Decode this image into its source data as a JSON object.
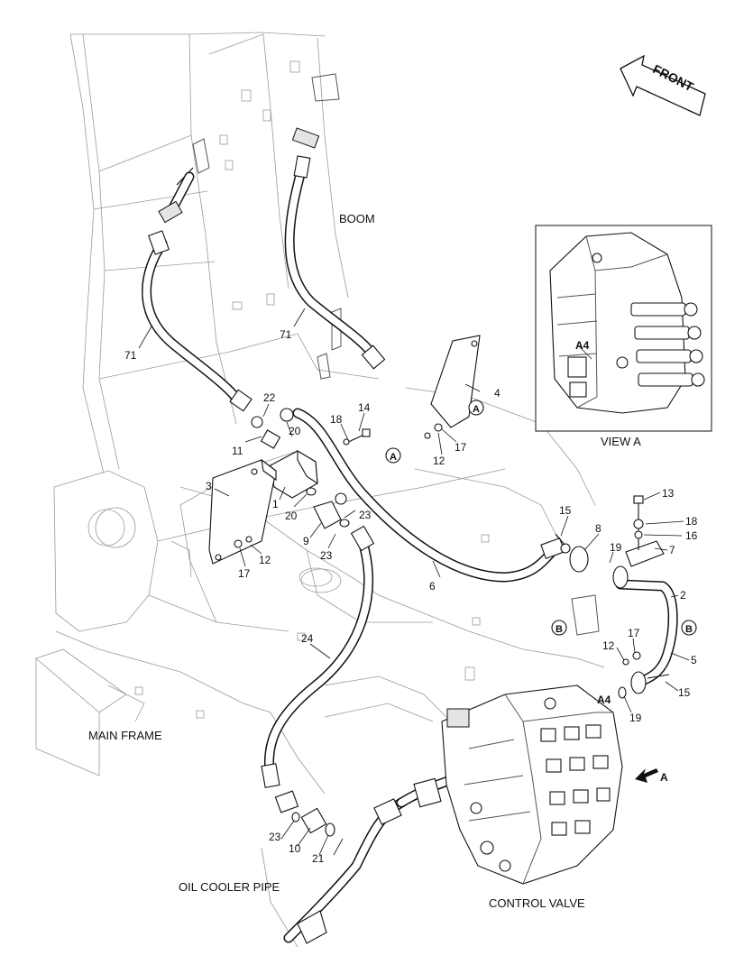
{
  "section_labels": {
    "boom": "BOOM",
    "main_frame": "MAIN FRAME",
    "oil_cooler_pipe": "OIL COOLER PIPE",
    "control_valve": "CONTROL VALVE",
    "front": "FRONT",
    "view_a": "VIEW  A"
  },
  "callouts": {
    "c71a": "71",
    "c71b": "71",
    "c22": "22",
    "c14": "14",
    "c18a": "18",
    "c4": "4",
    "c11": "11",
    "c20a": "20",
    "c20b": "20",
    "c1": "1",
    "c3": "3",
    "c9": "9",
    "c23a": "23",
    "c23b": "23",
    "c23c": "23",
    "c12a": "12",
    "c17a": "17",
    "c12b": "12",
    "c17b": "17",
    "c15a": "15",
    "c8": "8",
    "c19a": "19",
    "c13": "13",
    "c18b": "18",
    "c16": "16",
    "c7": "7",
    "c2": "2",
    "c6": "6",
    "c24": "24",
    "c17c": "17",
    "c12c": "12",
    "c5": "5",
    "c15b": "15",
    "c19b": "19",
    "c10": "10",
    "c21": "21"
  },
  "ref_markers": {
    "a1": "A",
    "a2": "A",
    "b1": "B",
    "b2": "B",
    "a4_main": "A4",
    "a4_view": "A4",
    "view_arrow": "A"
  }
}
